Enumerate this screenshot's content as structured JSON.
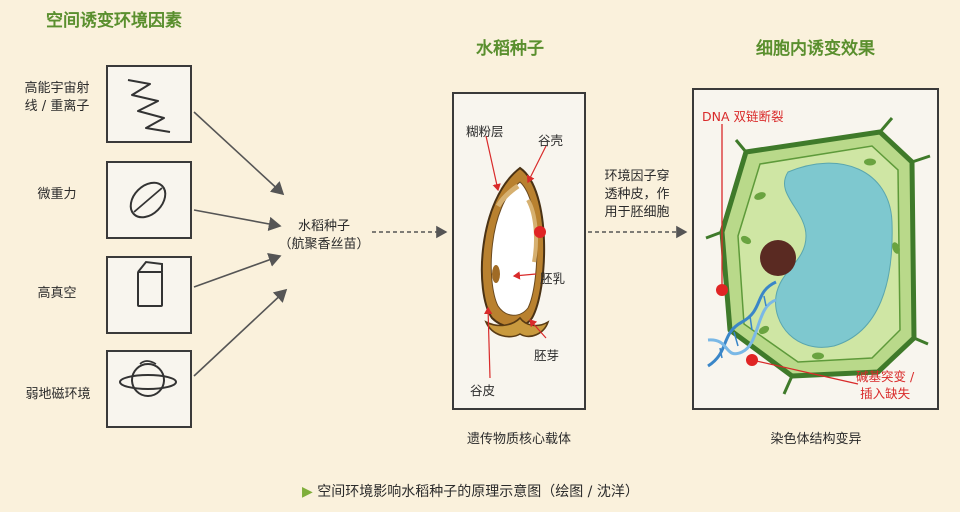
{
  "headings": {
    "factors": "空间诱变环境因素",
    "seed": "水稻种子",
    "effect": "细胞内诱变效果"
  },
  "factors": [
    {
      "label": "高能宇宙射线 / 重离子",
      "icon": "zigzag-icon"
    },
    {
      "label": "微重力",
      "icon": "seed-ellipse-icon"
    },
    {
      "label": "高真空",
      "icon": "vacuum-container-icon"
    },
    {
      "label": "弱地磁环境",
      "icon": "planet-ring-icon"
    }
  ],
  "center_label": {
    "line1": "水稻种子",
    "line2": "（航聚香丝苗）"
  },
  "seed_labels": {
    "aleurone": "糊粉层",
    "hull": "谷壳",
    "endosperm": "胚乳",
    "embryo": "胚芽",
    "bran": "谷皮"
  },
  "seed_caption": "遗传物质核心载体",
  "arrow_note": {
    "line1": "环境因子穿",
    "line2": "透种皮，作",
    "line3": "用于胚细胞"
  },
  "cell_labels": {
    "dna_break": "DNA 双链断裂",
    "mutation_line1": "碱基突变 /",
    "mutation_line2": "插入缺失"
  },
  "cell_caption": "染色体结构变异",
  "footer": {
    "marker": "▶",
    "text": "空间环境影响水稻种子的原理示意图（绘图 / 沈洋）"
  },
  "colors": {
    "heading": "#5a8f2e",
    "annotation_red": "#d92a2a",
    "cell_wall": "#3f7a2a",
    "vacuole": "#7ec8cf",
    "dna": "#3a86c8"
  }
}
